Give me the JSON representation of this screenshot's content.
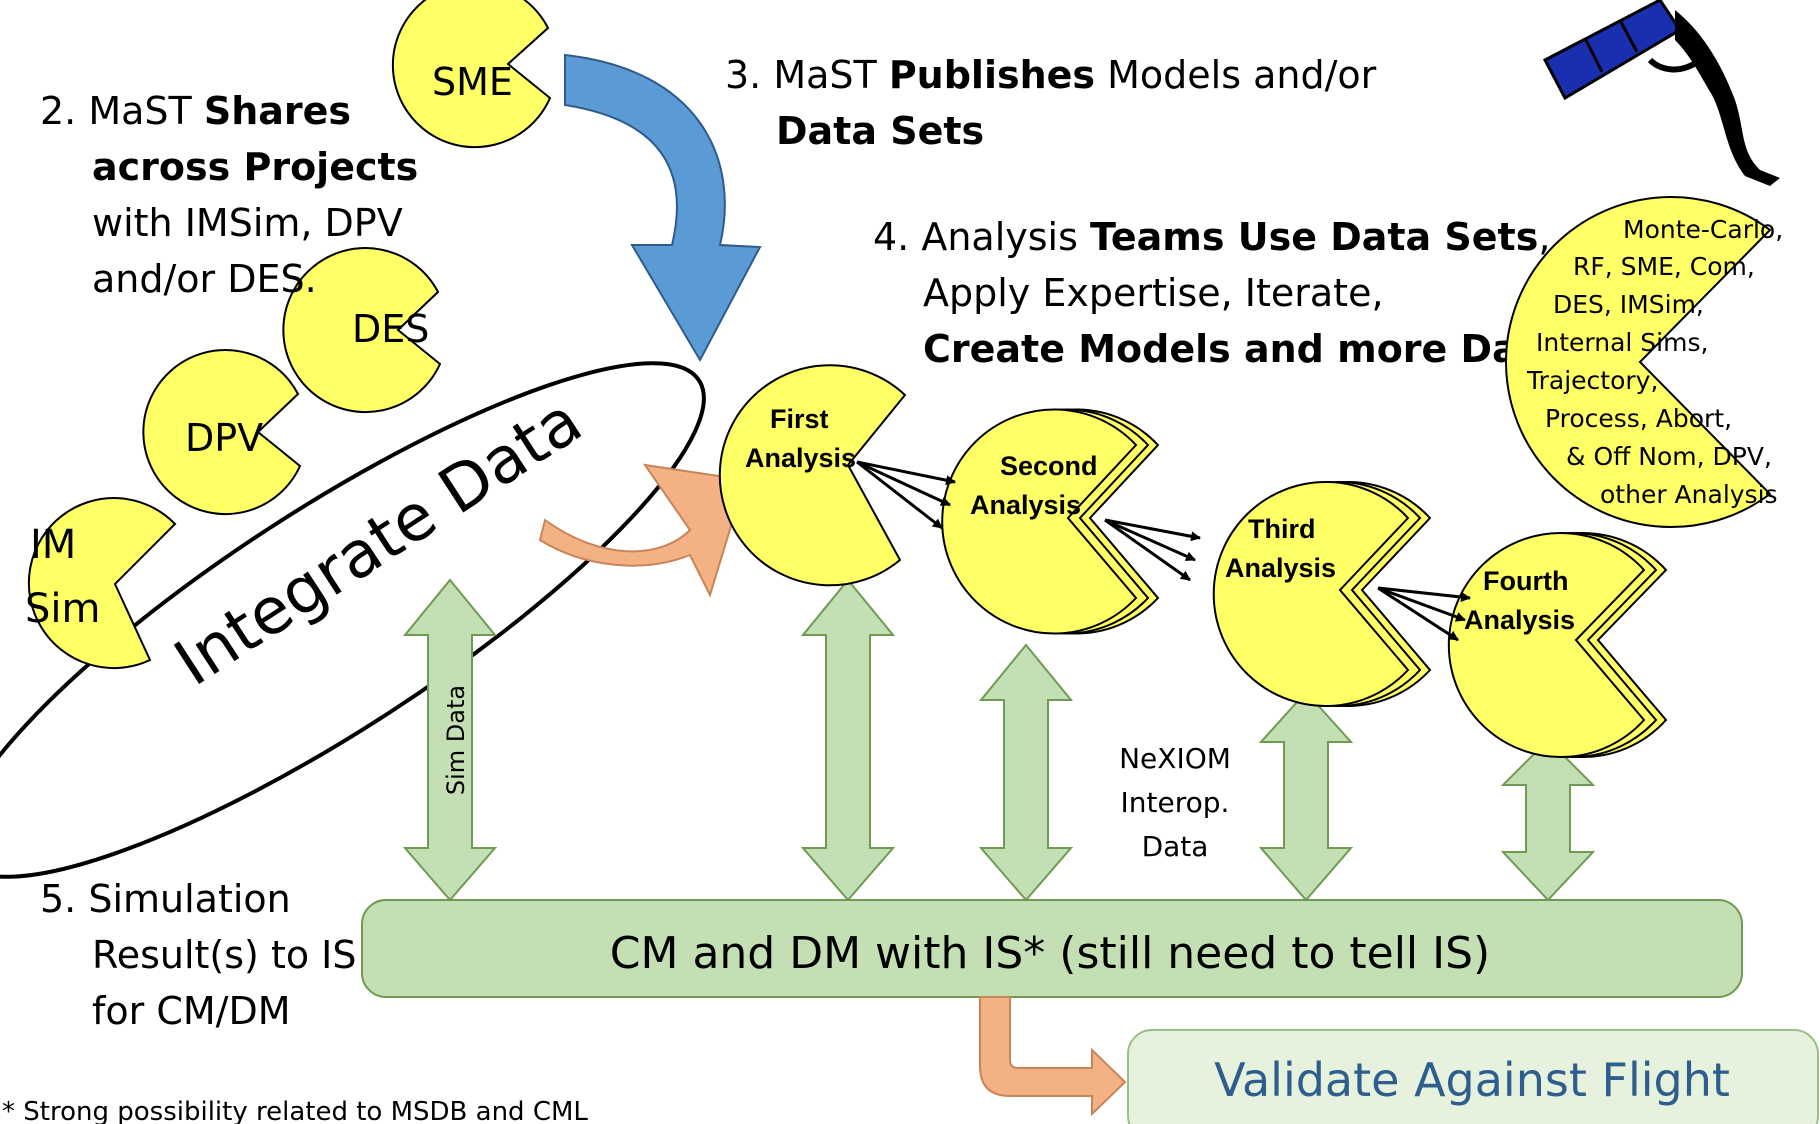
{
  "title": "",
  "nodes": {
    "sme": "SME",
    "des": "DES",
    "dpv": "DPV",
    "imsim_line1": "IM",
    "imsim_line2": "Sim",
    "first_line1": "First",
    "first_line2": "Analysis",
    "second_line1": "Second",
    "second_line2": "Analysis",
    "third_line1": "Third",
    "third_line2": "Analysis",
    "fourth_line1": "Fourth",
    "fourth_line2": "Analysis"
  },
  "ellipse_label": "Integrate Data",
  "step2": {
    "l1_pre": "2. MaST ",
    "l1_bold": "Shares",
    "l2_bold": "across Projects",
    "l3": "with IMSim, DPV",
    "l4": "and/or DES."
  },
  "step3": {
    "l1_pre": "3. MaST ",
    "l1_bold": "Publishes",
    "l1_post": " Models and/or",
    "l2_bold": "Data Sets"
  },
  "step4": {
    "l1_pre": "4. Analysis ",
    "l1_bold": "Teams Use Data Sets",
    "l1_post": ",",
    "l2": "Apply Expertise, Iterate,",
    "l3_bold": "Create Models and more Data"
  },
  "step5": {
    "l1": "5. Simulation",
    "l2": "Result(s) to IS",
    "l3": "for CM/DM"
  },
  "analysis_types": [
    "Monte-Carlo,",
    "RF, SME, Com,",
    "DES, IMSim,",
    "Internal Sims,",
    "Trajectory,",
    "Process,  Abort,",
    "& Off Nom, DPV,",
    "other Analysis"
  ],
  "sim_data_label": "Sim Data",
  "nexiom": [
    "NeXIOM",
    "Interop.",
    "Data"
  ],
  "cm_bar": "CM and DM with IS* (still need to tell IS)",
  "validate": "Validate Against Flight",
  "footnote": "* Strong possibility related to MSDB and CML",
  "colors": {
    "pac_yellow": "#ffff66",
    "green_fill": "#c5dfb4",
    "green_stroke": "#6e9a51",
    "blue_arrow": "#5b9bd5",
    "orange_arrow": "#f4b183",
    "validate_text": "#2e5e8e",
    "telescope_blue": "#1a2fb0"
  }
}
